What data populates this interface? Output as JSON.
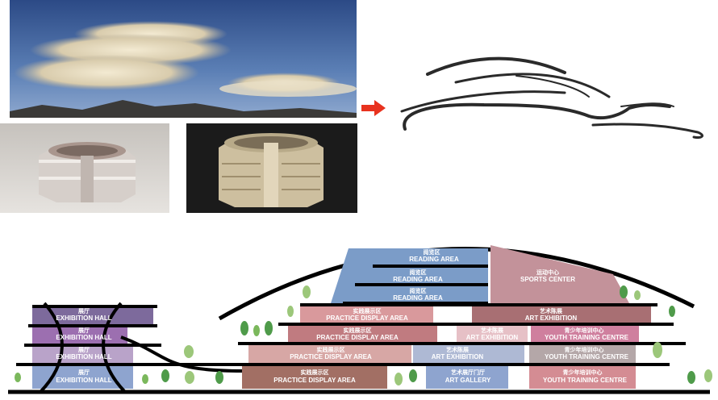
{
  "arrow": {
    "color": "#e8321e"
  },
  "sections": {
    "reading_area_1": {
      "zh": "阅览区",
      "en": "READING AREA"
    },
    "reading_area_2": {
      "zh": "阅览区",
      "en": "READING AREA"
    },
    "reading_area_3": {
      "zh": "阅览区",
      "en": "READING AREA"
    },
    "sports_center": {
      "zh": "运动中心",
      "en": "SPORTS CENTER"
    },
    "exhibition_hall_1": {
      "zh": "展厅",
      "en": "EXHIBITION HALL"
    },
    "exhibition_hall_2": {
      "zh": "展厅",
      "en": "EXHIBITION HALL"
    },
    "exhibition_hall_3": {
      "zh": "展厅",
      "en": "EXHIBITION HALL"
    },
    "exhibition_hall_4": {
      "zh": "展厅",
      "en": "EXHIBITION HALL"
    },
    "practice_display_1": {
      "zh": "实践展示区",
      "en": "PRACTICE DISPLAY AREA"
    },
    "practice_display_2": {
      "zh": "实践展示区",
      "en": "PRACTICE DISPLAY AREA"
    },
    "practice_display_3": {
      "zh": "实践展示区",
      "en": "PRACTICE DISPLAY AREA"
    },
    "practice_display_4": {
      "zh": "实践展示区",
      "en": "PRACTICE DISPLAY AREA"
    },
    "art_exhibition_1": {
      "zh": "艺术陈展",
      "en": "ART EXHIBITION"
    },
    "art_exhibition_2": {
      "zh": "艺术陈展",
      "en": "ART EXHIBITION"
    },
    "art_exhibition_3": {
      "zh": "艺术陈展",
      "en": "ART EXHIBITION"
    },
    "art_gallery": {
      "zh": "艺术展厅门厅",
      "en": "ART GALLERY"
    },
    "youth_training_1": {
      "zh": "青少年培训中心",
      "en": "YOUTH TRAINING CENTRE"
    },
    "youth_training_2": {
      "zh": "青少年培训中心",
      "en": "YOUTH TRAINING CENTRE"
    },
    "youth_training_3": {
      "zh": "青少年培训中心",
      "en": "YOUTH TRAINING CENTRE"
    }
  },
  "colors": {
    "reading": "#7b9cc8",
    "sports": "#c3929a",
    "exhibition_dark": "#7d6a9c",
    "exhibition_purple": "#9c6fb0",
    "exhibition_light": "#b9a3c9",
    "exhibition_blue": "#8ea4cf",
    "practice_1": "#d9999c",
    "practice_2": "#c07b80",
    "practice_3": "#d7a7a5",
    "practice_4": "#a26f64",
    "art_1": "#a86f73",
    "art_2": "#e6c0c6",
    "art_3": "#aeb9d4",
    "art_gallery": "#8ea4cf",
    "youth_1": "#cf7f9e",
    "youth_2": "#b4a7a8",
    "youth_3": "#d48c93"
  }
}
